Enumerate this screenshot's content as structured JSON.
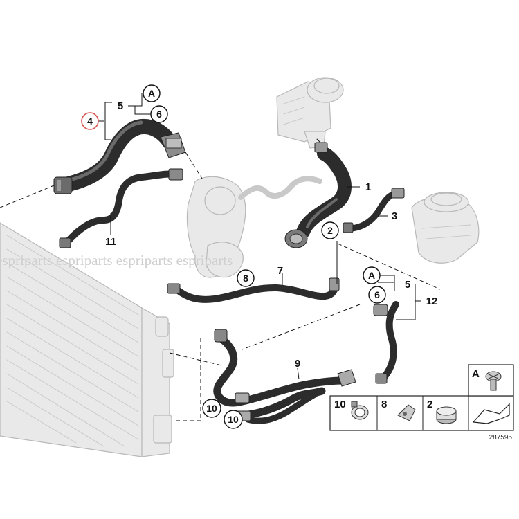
{
  "callouts": {
    "c4": "4",
    "c5a": "5",
    "cA1": "A",
    "c6a": "6",
    "c1": "1",
    "c3": "3",
    "c2": "2",
    "c11": "11",
    "c8": "8",
    "c7": "7",
    "cA2": "A",
    "c5b": "5",
    "c6b": "6",
    "c12": "12",
    "c9": "9",
    "c10a": "10",
    "c10b": "10"
  },
  "legend": {
    "item10": "10",
    "item8": "8",
    "item2": "2",
    "itemA": "A"
  },
  "diagram_number": "287595",
  "watermark": "espriparts espriparts espriparts espriparts",
  "colors": {
    "hose": "#2c2c2c",
    "ghost_part": "#e9e9e9",
    "highlight_circle": "#d9534f"
  }
}
